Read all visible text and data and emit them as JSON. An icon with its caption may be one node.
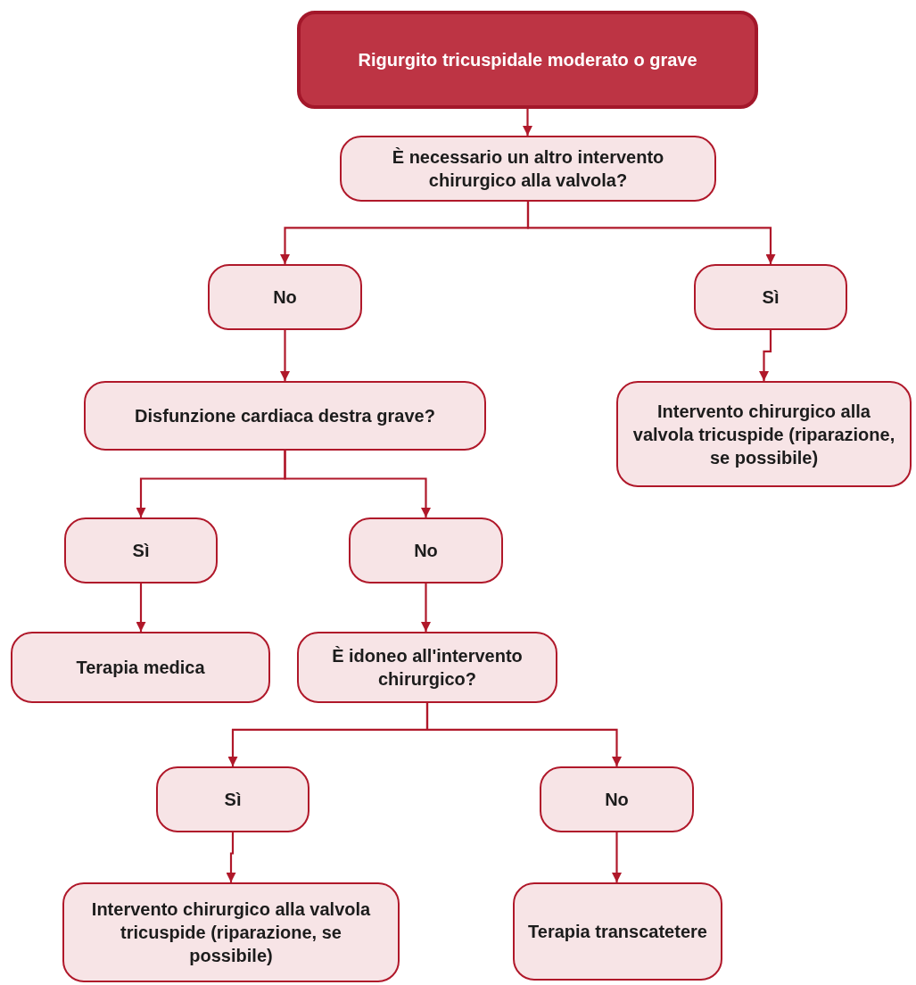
{
  "diagram": {
    "nodes": [
      {
        "text": [
          "Rigurgito tricuspidale moderato o grave"
        ]
      },
      {
        "text": [
          "È necessario un altro intervento chirurgico alla valvola?"
        ]
      },
      {
        "text": [
          "No"
        ]
      },
      {
        "text": [
          "Sì"
        ]
      },
      {
        "text": [
          "Disfunzione cardiaca destra grave?"
        ]
      },
      {
        "text": [
          "Intervento chirurgico alla valvola tricuspide (riparazione, se possibile)"
        ]
      },
      {
        "text": [
          "Sì"
        ]
      },
      {
        "text": [
          "No"
        ]
      },
      {
        "text": [
          "Terapia medica"
        ]
      },
      {
        "text": [
          "È idoneo all'intervento chirurgico?"
        ]
      },
      {
        "text": [
          "Sì"
        ]
      },
      {
        "text": [
          "No"
        ]
      },
      {
        "text": [
          "Intervento chirurgico alla valvola tricuspide (riparazione, se possibile)"
        ]
      },
      {
        "text": [
          "Terapia transcatetere"
        ]
      }
    ],
    "edges": [
      {
        "from": 0,
        "to": 1,
        "arrow": "to"
      },
      {
        "from": 1,
        "to": 2,
        "arrow": "to"
      },
      {
        "from": 1,
        "to": 3,
        "arrow": "to"
      },
      {
        "from": 2,
        "to": 4,
        "arrow": "to"
      },
      {
        "from": 3,
        "to": 5,
        "arrow": "to"
      },
      {
        "from": 4,
        "to": 6,
        "arrow": "to"
      },
      {
        "from": 4,
        "to": 7,
        "arrow": "to"
      },
      {
        "from": 6,
        "to": 8,
        "arrow": "to"
      },
      {
        "from": 7,
        "to": 9,
        "arrow": "to"
      },
      {
        "from": 9,
        "to": 10,
        "arrow": "to"
      },
      {
        "from": 9,
        "to": 11,
        "arrow": "to"
      },
      {
        "from": 10,
        "to": 12,
        "arrow": "to"
      },
      {
        "from": 11,
        "to": 13,
        "arrow": "to"
      }
    ]
  }
}
